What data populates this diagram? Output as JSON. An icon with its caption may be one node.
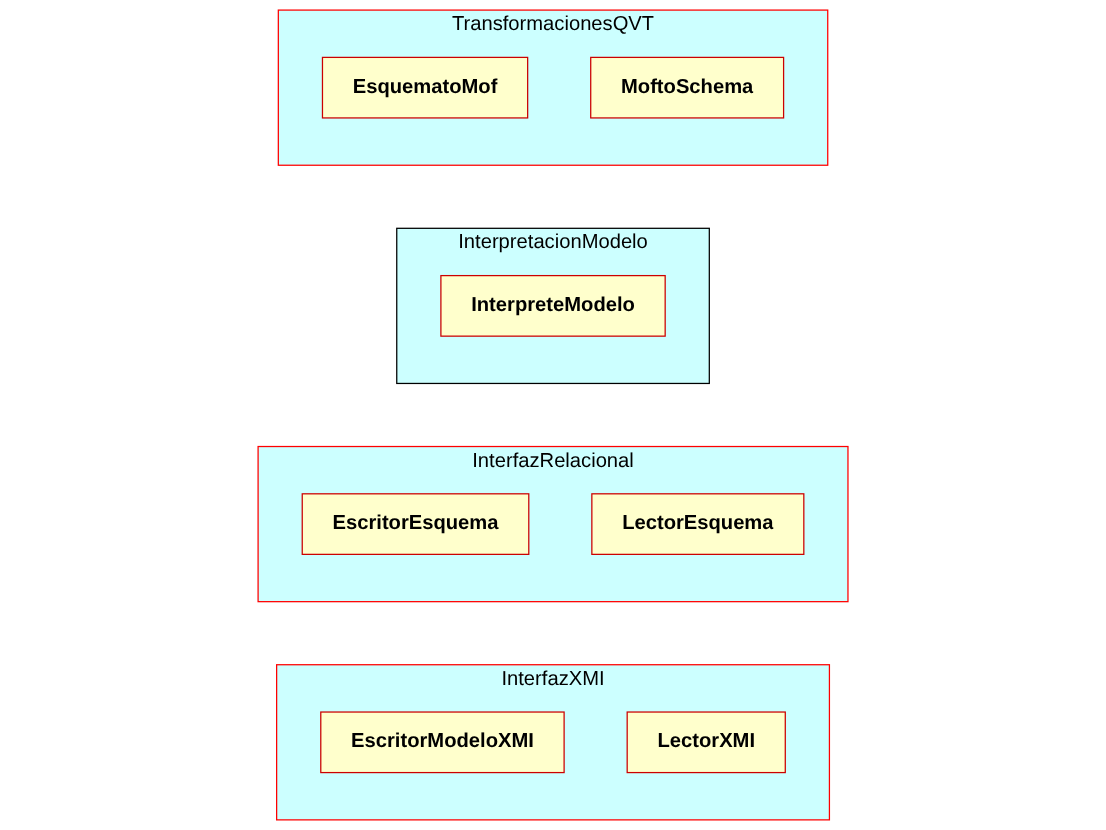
{
  "diagram": {
    "nodes": [
      {
        "text": [
          "InterfazXMI"
        ]
      },
      {
        "text": [
          "EscritorModeloXMI"
        ],
        "in": 0
      },
      {
        "text": [
          "LectorXMI"
        ],
        "in": 0
      },
      {
        "text": [
          "InterfazRelacional"
        ]
      },
      {
        "text": [
          "EscritorEsquema"
        ],
        "in": 3
      },
      {
        "text": [
          "LectorEsquema"
        ],
        "in": 3
      },
      {
        "text": [
          "InterpretacionModelo"
        ]
      },
      {
        "text": [
          "InterpreteModelo"
        ],
        "in": 6
      },
      {
        "text": [
          "TransformacionesQVT"
        ]
      },
      {
        "text": [
          "EsquematoMof"
        ],
        "in": 8
      },
      {
        "text": [
          "MoftoSchema"
        ],
        "in": 8
      }
    ]
  }
}
